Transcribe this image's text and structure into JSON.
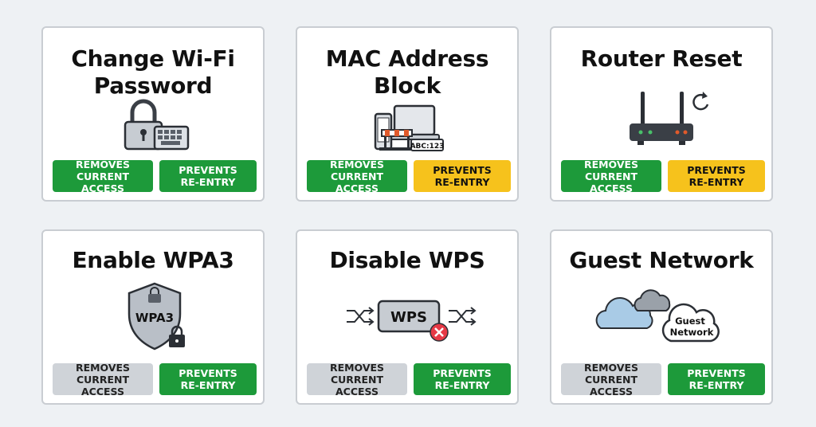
{
  "colors": {
    "green": "#1d9a3a",
    "yellow": "#f6c21c",
    "gray": "#cfd3d8",
    "x_red": "#e63946"
  },
  "cards": [
    {
      "title": "Change Wi-Fi\nPassword",
      "icon": "padlock-keyboard-icon",
      "badges": [
        {
          "label": "REMOVES\nCURRENT ACCESS",
          "color": "green"
        },
        {
          "label": "PREVENTS\nRE-ENTRY",
          "color": "green"
        }
      ]
    },
    {
      "title": "MAC Address\nBlock",
      "icon": "devices-barrier-icon",
      "icon_text": "ABC:123",
      "badges": [
        {
          "label": "REMOVES\nCURRENT ACCESS",
          "color": "green"
        },
        {
          "label": "PREVENTS\nRE-ENTRY",
          "color": "yellow"
        }
      ]
    },
    {
      "title": "Router Reset",
      "icon": "router-reset-icon",
      "badges": [
        {
          "label": "REMOVES\nCURRENT ACCESS",
          "color": "green"
        },
        {
          "label": "PREVENTS\nRE-ENTRY",
          "color": "yellow"
        }
      ]
    },
    {
      "title": "Enable WPA3",
      "icon": "shield-lock-icon",
      "icon_text": "WPA3",
      "badges": [
        {
          "label": "REMOVES\nCURRENT ACCESS",
          "color": "gray"
        },
        {
          "label": "PREVENTS\nRE-ENTRY",
          "color": "green"
        }
      ]
    },
    {
      "title": "Disable WPS",
      "icon": "wps-disabled-icon",
      "icon_text": "WPS",
      "badges": [
        {
          "label": "REMOVES\nCURRENT ACCESS",
          "color": "gray"
        },
        {
          "label": "PREVENTS\nRE-ENTRY",
          "color": "green"
        }
      ]
    },
    {
      "title": "Guest Network",
      "icon": "guest-clouds-icon",
      "icon_text": "Guest\nNetwork",
      "badges": [
        {
          "label": "REMOVES\nCURRENT ACCESS",
          "color": "gray"
        },
        {
          "label": "PREVENTS\nRE-ENTRY",
          "color": "green"
        }
      ]
    }
  ]
}
